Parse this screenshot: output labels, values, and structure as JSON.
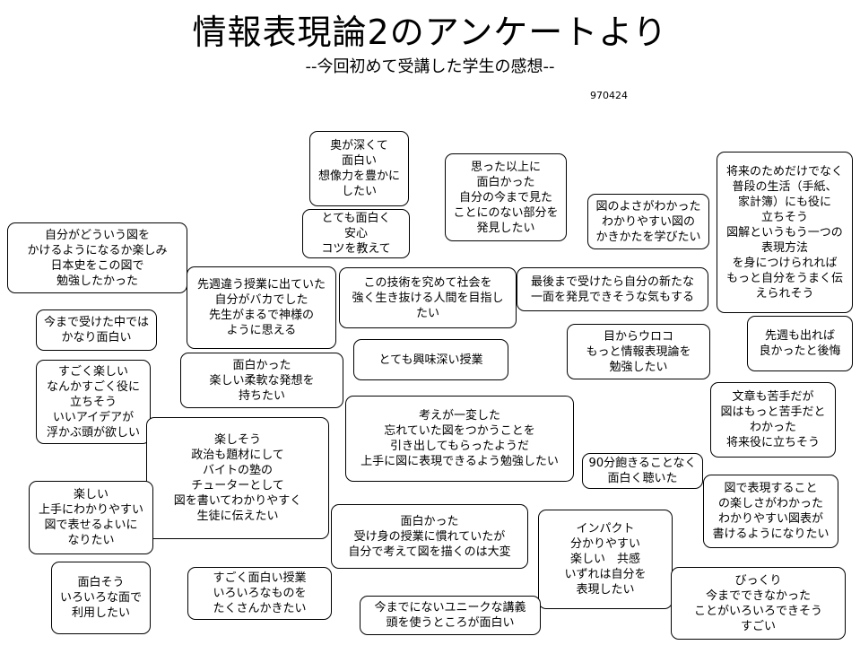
{
  "title": "情報表現論2のアンケートより",
  "subtitle": "--今回初めて受講した学生の感想--",
  "date": "970424",
  "comments": {
    "c01": "奥が深くて\n面白い\n想像力を豊かに\nしたい",
    "c02": "とても面白く\n安心\nコツを教えて",
    "c03": "思った以上に\n面白かった\n自分の今まで見た\nことにのない部分を\n発見したい",
    "c04": "図のよさがわかった\nわかりやすい図の\nかきかたを学びたい",
    "c05": "将来のためだけでなく\n普段の生活（手紙、\n家計簿）にも役に\n立ちそう\n図解というもう一つの\n表現方法\nを身につけられれば\nもっと自分をうまく伝\nえられそう",
    "c06": "自分がどういう図を\nかけるようになるか楽しみ\n日本史をこの図で\n勉強したかった",
    "c07": "先週違う授業に出ていた\n自分がバカでした\n先生がまるで神様の\nように思える",
    "c08": "この技術を究めて社会を\n強く生き抜ける人間を目指し\nたい",
    "c09": "最後まで受けたら自分の新たな\n一面を発見できそうな気もする",
    "c10": "今まで受けた中では\nかなり面白い",
    "c11": "とても興味深い授業",
    "c12": "目からウロコ\nもっと情報表現論を\n勉強したい",
    "c13": "先週も出れば\n良かったと後悔",
    "c14": "すごく楽しい\nなんかすごく役に\n立ちそう\nいいアイデアが\n浮かぶ頭が欲しい",
    "c15": "面白かった\n楽しい柔軟な発想を\n持ちたい",
    "c16": "考えが一変した\n忘れていた図をつかうことを\n引き出してもらったようだ\n上手に図に表現できるよう勉強したい",
    "c17": "文章も苦手だが\n図はもっと苦手だと\nわかった\n将来役に立ちそう",
    "c18": "楽しそう\n政治も題材にして\nバイトの塾の\nチューターとして\n図を書いてわかりやすく\n生徒に伝えたい",
    "c19": "90分飽きることなく\n面白く聴いた",
    "c20": "楽しい\n上手にわかりやすい\n図で表せるよいに\nなりたい",
    "c21": "図で表現すること\nの楽しさがわかった\nわかりやすい図表が\n書けるようになりたい",
    "c22": "面白かった\n受け身の授業に慣れていたが\n自分で考えて図を描くのは大変",
    "c23": "インパクト\n分かりやすい\n楽しい　共感\nいずれは自分を\n表現したい",
    "c24": "面白そう\nいろいろな面で\n利用したい",
    "c25": "すごく面白い授業\nいろいろなものを\nたくさんかきたい",
    "c26": "今までにないユニークな講義\n頭を使うところが面白い",
    "c27": "びっくり\n今までできなかった\nことがいろいろできそう\nすごい"
  }
}
